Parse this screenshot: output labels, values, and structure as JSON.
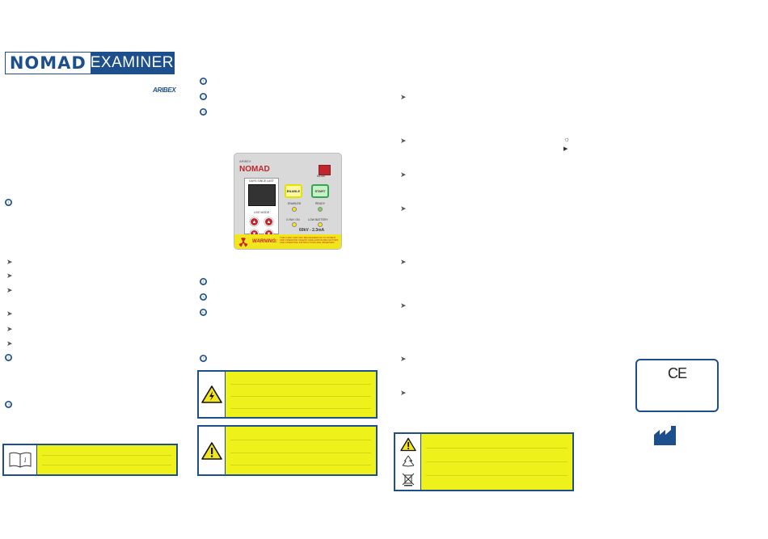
{
  "logo": {
    "nomad": "NOMAD",
    "examiner": "EXAMINER"
  },
  "brand": {
    "aribex": "ARIBEX"
  },
  "steps_col1": [
    "❶",
    "❷",
    "❸"
  ],
  "steps_col2_top": [
    "❶",
    "❷",
    "❸"
  ],
  "steps_col2_bottom": [
    "❹",
    "❺",
    "❻",
    "❼"
  ],
  "panel": {
    "brand_small": "ARIBEX",
    "brand": "NOMAD",
    "screen_label": "DAYS SINCE LAST",
    "kv_label": "LIVE MODE",
    "mode_label": "MODE",
    "enable_label": "ENABLE",
    "start_label": "START",
    "led_enabled": "ENABLED",
    "led_ready": "READY",
    "led_xray": "X-RAY ON",
    "led_low_battery": "LOW BATTERY",
    "kv": "60kV - 2.3mA",
    "warning_title": "WARNING:",
    "warning_text": "THIS X-RAY UNIT MAY BE DANGEROUS TO PATIENT AND OPERATOR UNLESS SAFE EXPOSURE FACTORS AND OPERATING INSTRUCTIONS ARE OBSERVED."
  },
  "icons": {
    "arrow": "➤",
    "manual": "i",
    "sun": "☼",
    "play": "▶",
    "electric": "⚡",
    "warning": "!",
    "up": "▲",
    "down": "▼"
  },
  "ce": {
    "mark": "CE"
  },
  "colors": {
    "brand_blue": "#1d4f8c",
    "yellow": "#eef11a",
    "red": "#c0272d"
  }
}
